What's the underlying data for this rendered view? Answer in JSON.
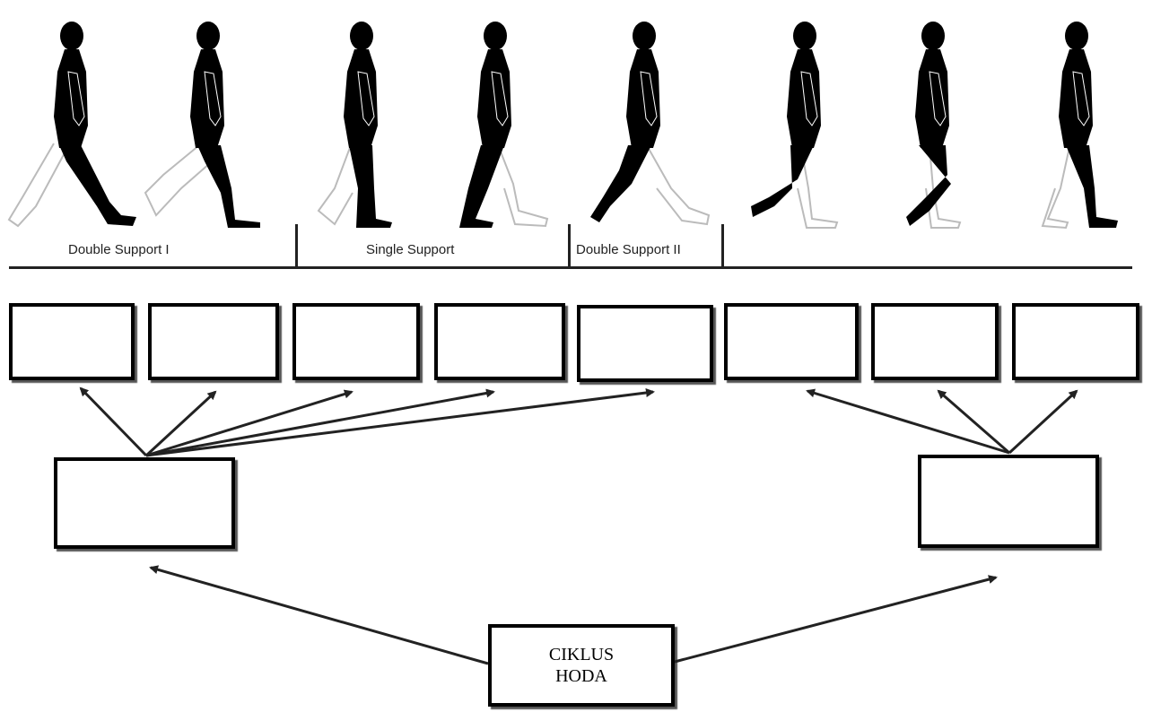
{
  "phases": {
    "double_support_1": "Double Support I",
    "single_support": "Single Support",
    "double_support_2": "Double Support II"
  },
  "center_box": {
    "line1": "CIKLUS",
    "line2": "HODA"
  },
  "colors": {
    "figure": "#000000",
    "outline_leg": "#bbbbbb",
    "line": "#222222"
  },
  "icons": [
    "walking-figure-icon"
  ]
}
